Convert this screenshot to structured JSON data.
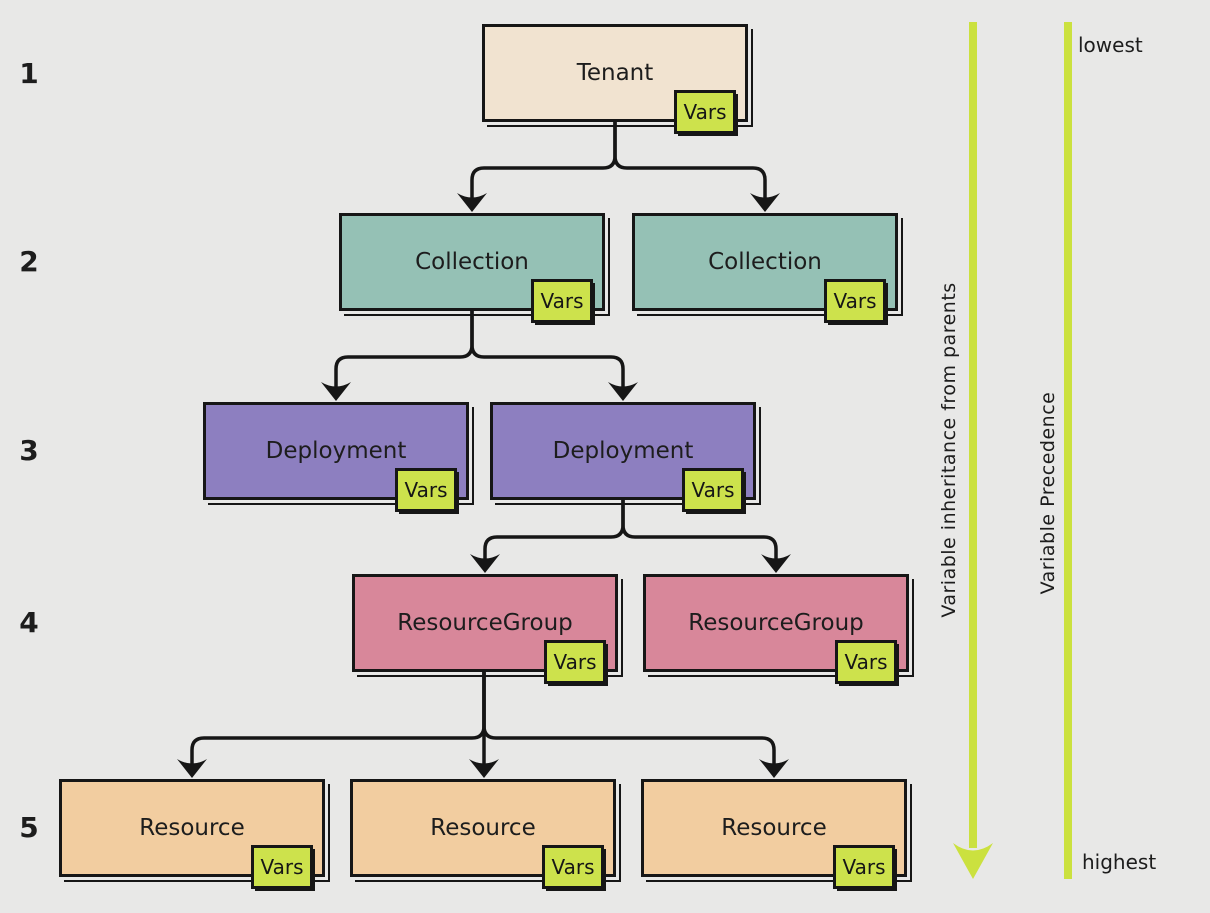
{
  "page": {
    "background": "#e8e8e7",
    "line_color": "#161616"
  },
  "levels": [
    {
      "number": "1"
    },
    {
      "number": "2"
    },
    {
      "number": "3"
    },
    {
      "number": "4"
    },
    {
      "number": "5"
    }
  ],
  "badge": {
    "label": "Vars",
    "color": "#cde24c"
  },
  "nodes": [
    {
      "id": "tenant",
      "label": "Tenant",
      "color": "#f1e3d0"
    },
    {
      "id": "collection-1",
      "label": "Collection",
      "color": "#95c1b5"
    },
    {
      "id": "collection-2",
      "label": "Collection",
      "color": "#95c1b5"
    },
    {
      "id": "deployment-1",
      "label": "Deployment",
      "color": "#8d7fc0"
    },
    {
      "id": "deployment-2",
      "label": "Deployment",
      "color": "#8d7fc0"
    },
    {
      "id": "resourcegroup-1",
      "label": "ResourceGroup",
      "color": "#d8879a"
    },
    {
      "id": "resourcegroup-2",
      "label": "ResourceGroup",
      "color": "#d8879a"
    },
    {
      "id": "resource-1",
      "label": "Resource",
      "color": "#f2cda0"
    },
    {
      "id": "resource-2",
      "label": "Resource",
      "color": "#f2cda0"
    },
    {
      "id": "resource-3",
      "label": "Resource",
      "color": "#f2cda0"
    }
  ],
  "sidebar": {
    "inheritance_label": "Variable inheritance from parents",
    "precedence_label": "Variable Precedence",
    "precedence_top": "lowest",
    "precedence_bottom": "highest",
    "arrow_color": "#cbe13f"
  }
}
